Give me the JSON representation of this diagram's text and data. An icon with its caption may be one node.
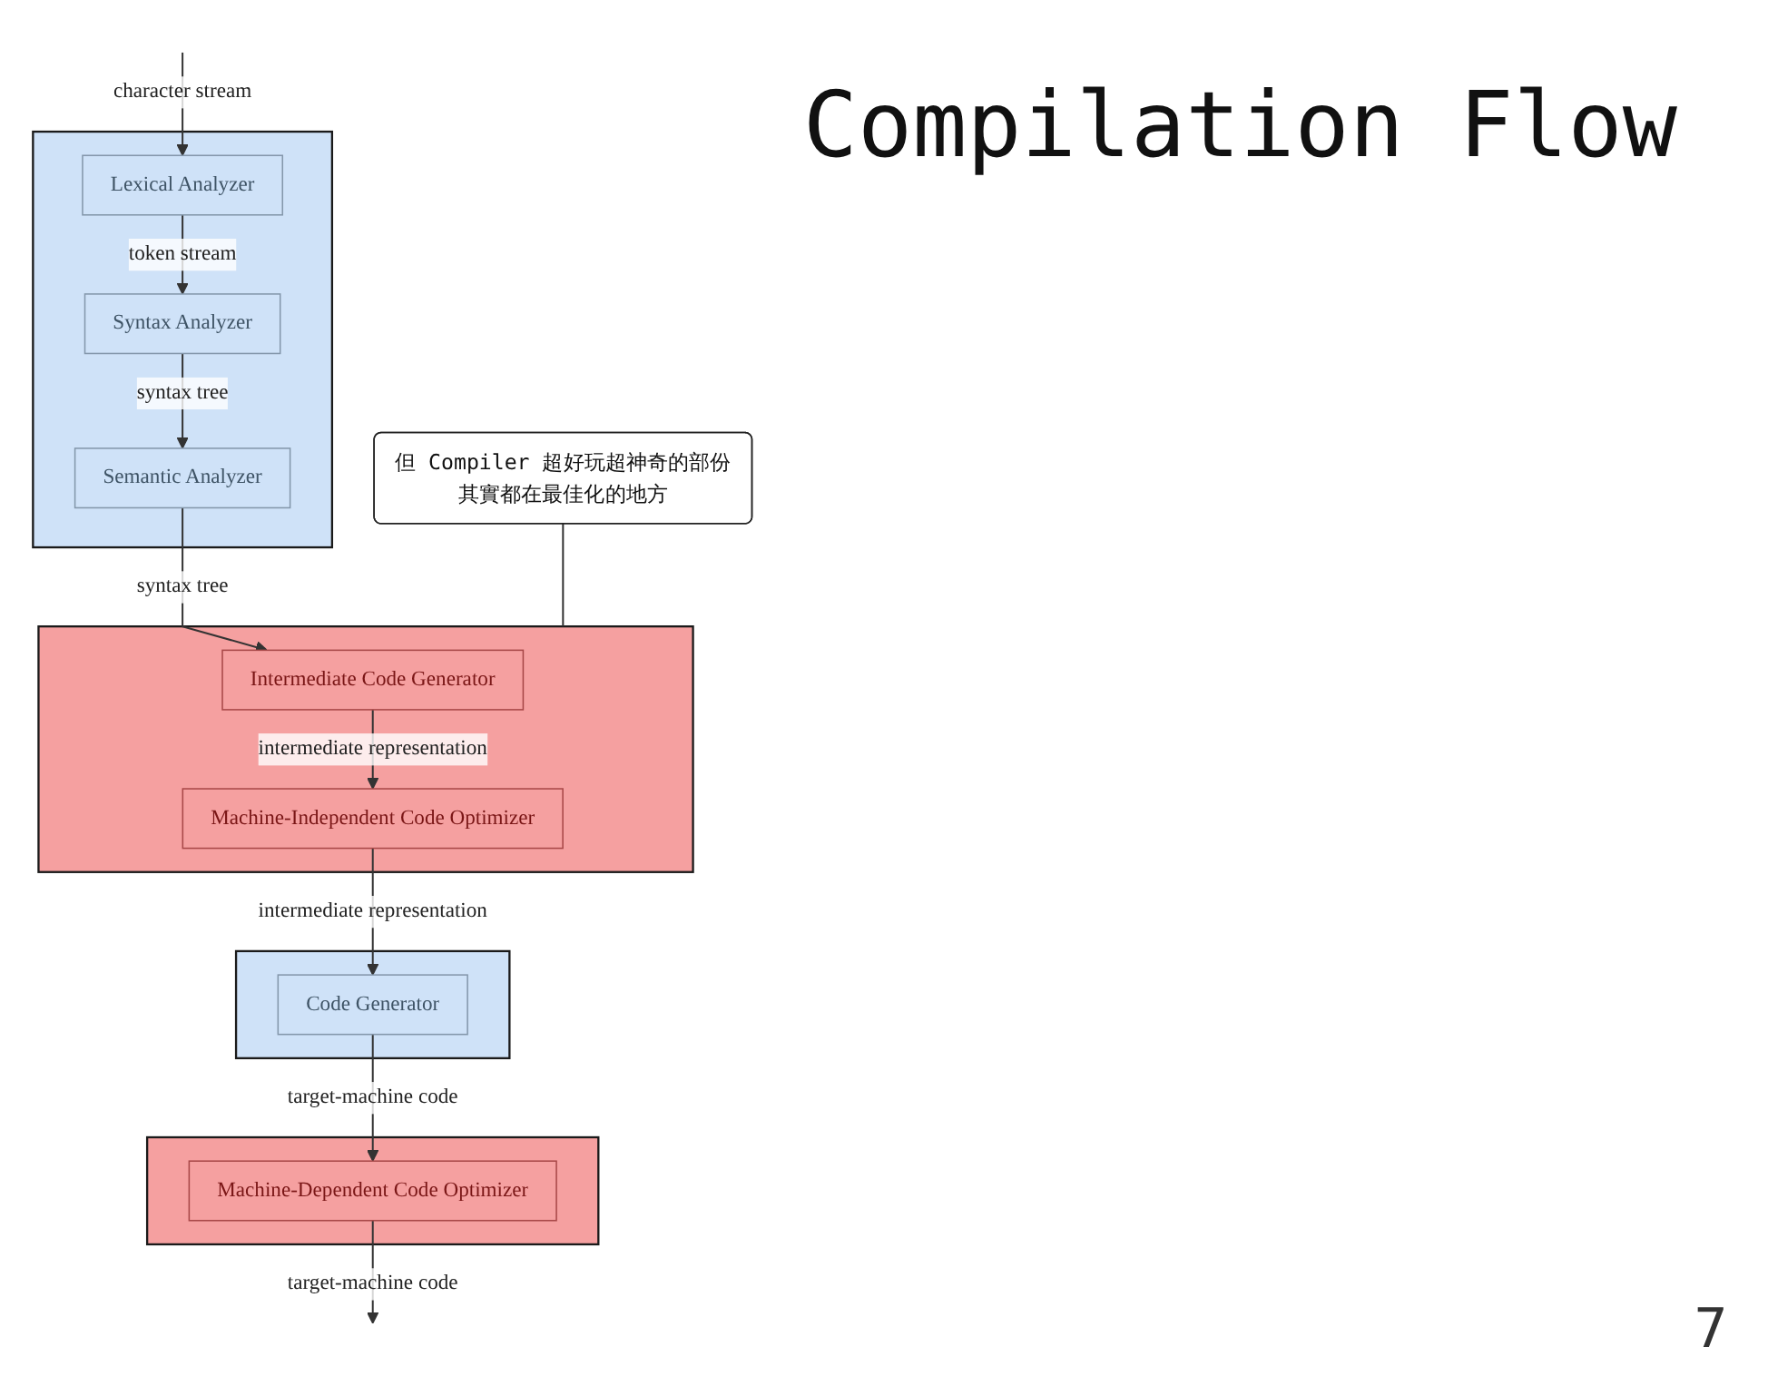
{
  "diagram": {
    "title": "Compilation Flow",
    "nodes": [
      {
        "text": [],
        "shape": "box"
      },
      {
        "text": [
          "Lexical Analyzer"
        ],
        "in": 0
      },
      {
        "text": [
          "Syntax Analyzer"
        ],
        "in": 0
      },
      {
        "text": [
          "Semantic Analyzer"
        ],
        "in": 0
      },
      {
        "text": [],
        "shape": "box"
      },
      {
        "text": [
          "Intermediate Code Generator"
        ],
        "in": 4
      },
      {
        "text": [
          "Machine-Independent Code Optimizer"
        ],
        "in": 4
      },
      {
        "text": [],
        "shape": "box"
      },
      {
        "text": [
          "Code Generator"
        ],
        "in": 7
      },
      {
        "text": [],
        "shape": "box"
      },
      {
        "text": [
          "Machine-Dependent Code Optimizer"
        ],
        "in": 9
      },
      {
        "text": [
          "但 Compiler 超好玩超神奇的部份其實都在最佳化的地方"
        ]
      }
    ],
    "edges": [
      {
        "from": null,
        "to": 1,
        "arrow": "to",
        "label": "character stream"
      },
      {
        "from": 1,
        "to": 2,
        "arrow": "to",
        "label": "token stream"
      },
      {
        "from": 2,
        "to": 3,
        "arrow": "to",
        "label": "syntax tree"
      },
      {
        "from": 3,
        "to": 5,
        "arrow": "to",
        "label": "syntax tree"
      },
      {
        "from": 5,
        "to": 6,
        "arrow": "to",
        "label": "intermediate representation"
      },
      {
        "from": 6,
        "to": 8,
        "arrow": "to",
        "label": "intermediate representation"
      },
      {
        "from": 8,
        "to": 10,
        "arrow": "to",
        "label": "target-machine code"
      },
      {
        "from": 10,
        "to": null,
        "arrow": "to",
        "label": "target-machine code"
      },
      {
        "from": 11,
        "to": 4,
        "arrow": "none"
      }
    ],
    "labels": [
      "7"
    ]
  }
}
